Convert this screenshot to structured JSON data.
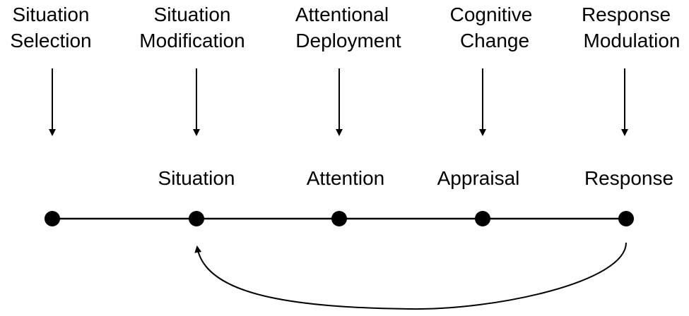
{
  "strategies": [
    {
      "line1": "Situation",
      "line2": "Selection"
    },
    {
      "line1": "Situation",
      "line2": "Modification"
    },
    {
      "line1": "Attentional",
      "line2": "Deployment"
    },
    {
      "line1": "Cognitive",
      "line2": "Change"
    },
    {
      "line1": "Response",
      "line2": "Modulation"
    }
  ],
  "stages": [
    "Situation",
    "Attention",
    "Appraisal",
    "Response"
  ]
}
